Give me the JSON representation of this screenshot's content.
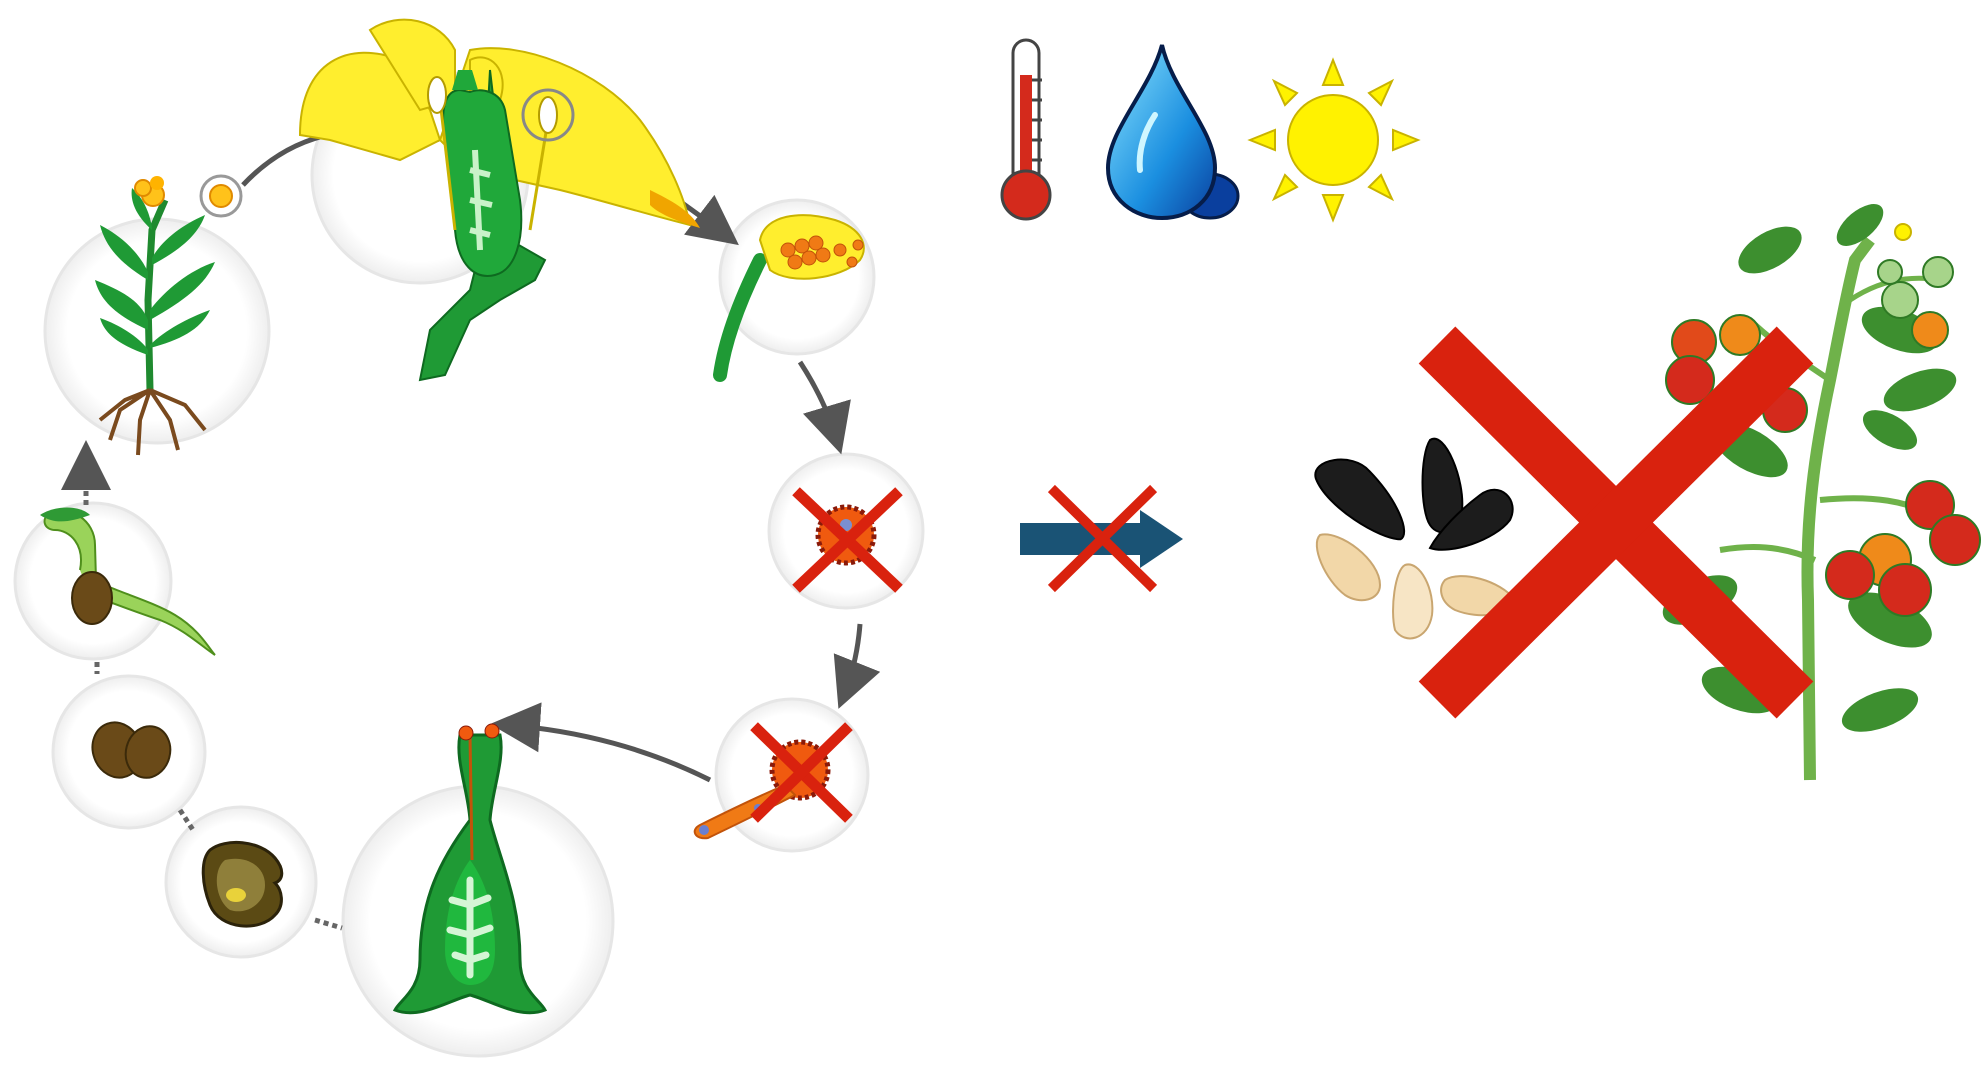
{
  "diagram": {
    "nodes": [
      {
        "id": "mature-plant",
        "icon": "seedling-plant-with-flowers-icon"
      },
      {
        "id": "flower",
        "icon": "flower-cross-section-icon"
      },
      {
        "id": "stamen",
        "icon": "anther-with-pollen-icon"
      },
      {
        "id": "pollen-grain",
        "icon": "pollen-grain-icon",
        "blocked": true
      },
      {
        "id": "pollen-tube",
        "icon": "germinating-pollen-tube-icon",
        "blocked": true
      },
      {
        "id": "pistil",
        "icon": "pistil-with-ovules-icon"
      },
      {
        "id": "developing-seed",
        "icon": "developing-seed-icon"
      },
      {
        "id": "seeds",
        "icon": "mature-seeds-icon"
      },
      {
        "id": "germinating-seed",
        "icon": "germinating-seed-icon"
      }
    ],
    "stressors": [
      "thermometer-icon",
      "water-drop-icon",
      "sun-icon"
    ],
    "outcome": {
      "icons": [
        "sunflower-seeds-icon",
        "tomato-plant-icon"
      ],
      "blocked": true
    },
    "colors": {
      "cross": "#d9220e",
      "arrow": "#1a5375",
      "flower": "#ffee2e",
      "leaf": "#1f9a35",
      "tomato": "#d42a1c"
    }
  }
}
